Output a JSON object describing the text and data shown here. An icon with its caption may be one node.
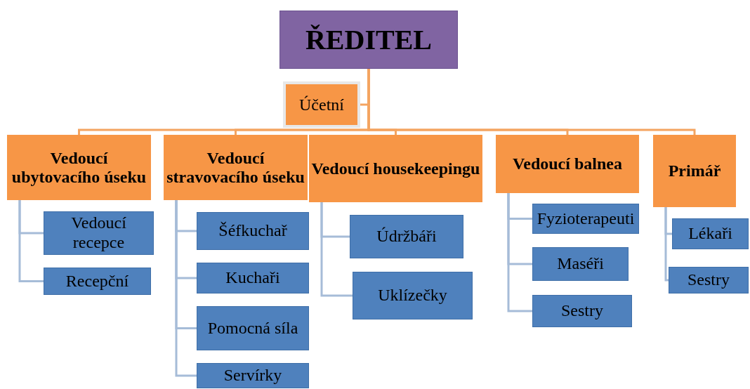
{
  "diagram": {
    "nodes": [
      {
        "text": [
          "ŘEDITEL"
        ]
      },
      {
        "text": [
          "Účetní"
        ]
      },
      {
        "text": [
          "Vedoucí ubytovacího úseku"
        ]
      },
      {
        "text": [
          "Vedoucí recepce"
        ]
      },
      {
        "text": [
          "Recepční"
        ]
      },
      {
        "text": [
          "Vedoucí stravovacího úseku"
        ]
      },
      {
        "text": [
          "Šéfkuchař"
        ]
      },
      {
        "text": [
          "Kuchaři"
        ]
      },
      {
        "text": [
          "Pomocná síla"
        ]
      },
      {
        "text": [
          "Servírky"
        ]
      },
      {
        "text": [
          "Vedoucí housekeepingu"
        ]
      },
      {
        "text": [
          "Údržbáři"
        ]
      },
      {
        "text": [
          "Uklízečky"
        ]
      },
      {
        "text": [
          "Vedoucí balnea"
        ]
      },
      {
        "text": [
          "Fyzioterapeuti"
        ]
      },
      {
        "text": [
          "Maséři"
        ]
      },
      {
        "text": [
          "Sestry"
        ]
      },
      {
        "text": [
          "Primář"
        ]
      },
      {
        "text": [
          "Lékaři"
        ]
      },
      {
        "text": [
          "Sestry"
        ]
      }
    ],
    "edges": [
      {
        "from": 0,
        "to": 1,
        "arrow": "none",
        "color": "#f4a460"
      },
      {
        "from": 0,
        "to": 2,
        "arrow": "none",
        "color": "#f4a460"
      },
      {
        "from": 0,
        "to": 5,
        "arrow": "none",
        "color": "#f4a460"
      },
      {
        "from": 0,
        "to": 10,
        "arrow": "none",
        "color": "#f4a460"
      },
      {
        "from": 0,
        "to": 13,
        "arrow": "none",
        "color": "#f4a460"
      },
      {
        "from": 0,
        "to": 17,
        "arrow": "none",
        "color": "#f4a460"
      },
      {
        "from": 2,
        "to": 3,
        "arrow": "none"
      },
      {
        "from": 2,
        "to": 4,
        "arrow": "none"
      },
      {
        "from": 5,
        "to": 6,
        "arrow": "none"
      },
      {
        "from": 5,
        "to": 7,
        "arrow": "none"
      },
      {
        "from": 5,
        "to": 8,
        "arrow": "none"
      },
      {
        "from": 5,
        "to": 9,
        "arrow": "none"
      },
      {
        "from": 10,
        "to": 11,
        "arrow": "none"
      },
      {
        "from": 10,
        "to": 12,
        "arrow": "none"
      },
      {
        "from": 13,
        "to": 14,
        "arrow": "none"
      },
      {
        "from": 13,
        "to": 15,
        "arrow": "none"
      },
      {
        "from": 13,
        "to": 16,
        "arrow": "none"
      },
      {
        "from": 17,
        "to": 18,
        "arrow": "none"
      },
      {
        "from": 17,
        "to": 19,
        "arrow": "none"
      }
    ]
  }
}
